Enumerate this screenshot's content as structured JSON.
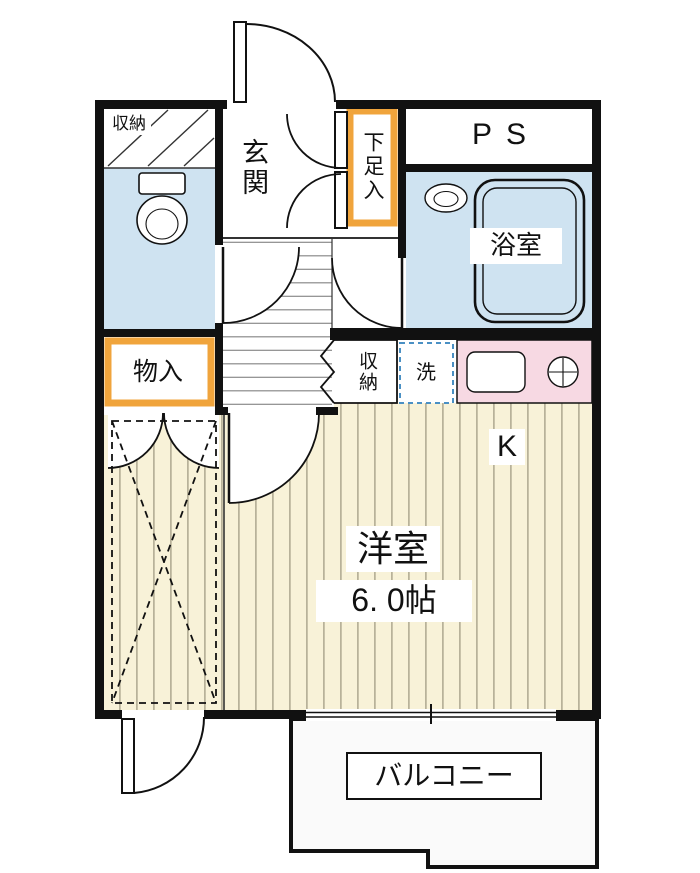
{
  "floor_plan": {
    "rooms": {
      "storage_top": "収納",
      "entrance": "玄関",
      "shoe_cabinet": "下足入",
      "pipe_space": "PS",
      "bathroom": "浴室",
      "closet": "物入",
      "storage_mid": "収納",
      "washer": "洗",
      "kitchen": "K",
      "main_room": "洋室",
      "main_room_size": "6. 0帖",
      "balcony": "バルコニー"
    },
    "colors": {
      "wall": "#111111",
      "wet_area_fill": "#cfe3f1",
      "flooring_fill": "#f8f2d8",
      "flooring_stripe": "#a9a38a",
      "storage_border": "#f0a43c",
      "kitchen_counter_fill": "#f7d9e3",
      "washer_outline": "#4a90c4",
      "balcony_fill": "#fafafa"
    }
  }
}
